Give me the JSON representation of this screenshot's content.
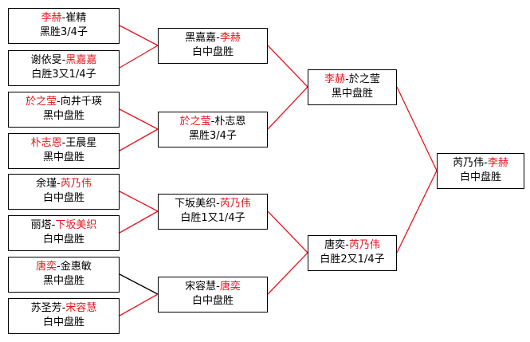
{
  "colors": {
    "winner": "#e8141e",
    "text": "#000000",
    "connector": "#e8141e",
    "connector_loser": "#000000"
  },
  "round1": [
    {
      "winner_first": true,
      "p1": "李赫",
      "p2": "崔精",
      "result": "黑胜3/4子"
    },
    {
      "winner_first": false,
      "p1": "谢依旻",
      "p2": "黑嘉嘉",
      "result": "白胜3又1/4子"
    },
    {
      "winner_first": true,
      "p1": "於之莹",
      "p2": "向井千瑛",
      "result": "黑中盘胜"
    },
    {
      "winner_first": true,
      "p1": "朴志恩",
      "p2": "王晨星",
      "result": "黑中盘胜"
    },
    {
      "winner_first": false,
      "p1": "余瑾",
      "p2": "芮乃伟",
      "result": "白中盘胜"
    },
    {
      "winner_first": false,
      "p1": "丽塔",
      "p2": "下坂美织",
      "result": "白中盘胜"
    },
    {
      "winner_first": true,
      "p1": "唐奕",
      "p2": "金惠敏",
      "result": "黑中盘胜"
    },
    {
      "winner_first": false,
      "p1": "苏圣芳",
      "p2": "宋容慧",
      "result": "白中盘胜"
    }
  ],
  "round2": [
    {
      "winner_first": false,
      "p1": "黑嘉嘉",
      "p2": "李赫",
      "result": "白中盘胜"
    },
    {
      "winner_first": true,
      "p1": "於之莹",
      "p2": "朴志恩",
      "result": "黑胜3/4子"
    },
    {
      "winner_first": false,
      "p1": "下坂美织",
      "p2": "芮乃伟",
      "result": "白胜1又1/4子"
    },
    {
      "winner_first": false,
      "p1": "宋容慧",
      "p2": "唐奕",
      "result": "白中盘胜"
    }
  ],
  "round3": [
    {
      "winner_first": true,
      "p1": "李赫",
      "p2": "於之莹",
      "result": "黑中盘胜"
    },
    {
      "winner_first": false,
      "p1": "唐奕",
      "p2": "芮乃伟",
      "result": "白胜2又1/4子"
    }
  ],
  "final": [
    {
      "winner_first": false,
      "p1": "芮乃伟",
      "p2": "李赫",
      "result": "白中盘胜"
    }
  ],
  "separator": "-"
}
